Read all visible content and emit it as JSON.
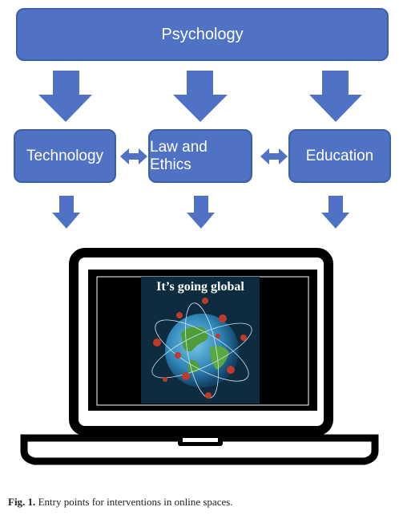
{
  "diagram": {
    "top": "Psychology",
    "boxes": {
      "technology": "Technology",
      "law": "Law and Ethics",
      "education": "Education"
    },
    "colors": {
      "box_fill": "#4f72c4",
      "arrow_fill": "#4f72c4"
    }
  },
  "screen": {
    "headline": "It’s going global"
  },
  "caption": {
    "label": "Fig. 1.",
    "text": "Entry points for interventions in online spaces."
  }
}
